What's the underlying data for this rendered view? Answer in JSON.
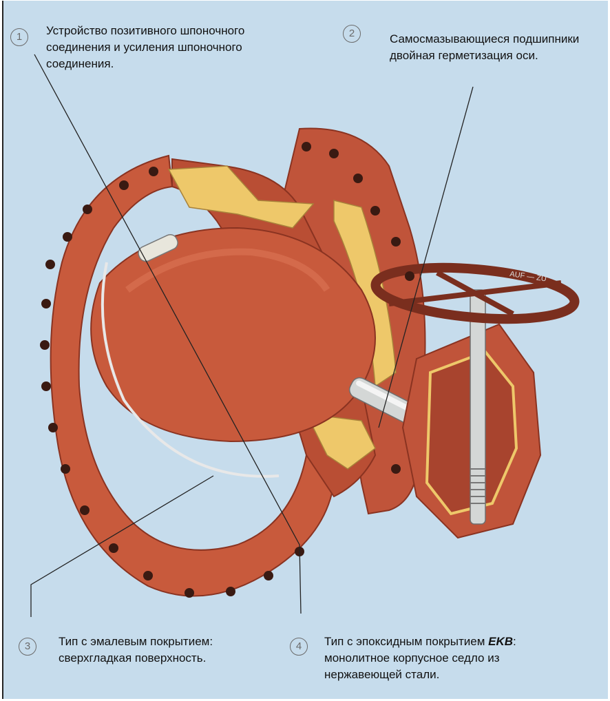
{
  "colors": {
    "background": "#c6dcec",
    "body_red": "#c85a3c",
    "body_dark": "#9a3a26",
    "cut_yellow": "#eec86a",
    "steel": "#d4d7d6",
    "text": "#111111"
  },
  "callouts": [
    {
      "number": "1",
      "lines": [
        "Устройство позитивного шпоночного",
        "соединения и усиления шпоночного",
        "соединения."
      ]
    },
    {
      "number": "2",
      "lines": [
        "Самосмазывающиеся подшипники",
        "двойная герметизация оси."
      ]
    },
    {
      "number": "3",
      "lines": [
        "Тип с эмалевым покрытием:",
        "сверхгладкая поверхность."
      ]
    },
    {
      "number": "4",
      "line1_prefix": "Тип с эпоксидным покрытием ",
      "line1_emphasis": "EKB",
      "line1_suffix": ":",
      "lines_rest": [
        "монолитное корпусное седло из",
        "нержавеющей стали."
      ]
    }
  ],
  "handwheel_text": "AUF — ZU"
}
